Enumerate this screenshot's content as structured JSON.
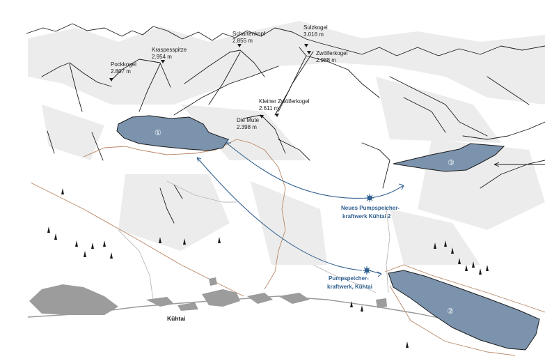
{
  "peaks": [
    {
      "name": "Pockkogel",
      "elevation": "2.807 m"
    },
    {
      "name": "Kraspesspitze",
      "elevation": "2.954 m"
    },
    {
      "name": "Schartenkopf",
      "elevation": "2.855 m"
    },
    {
      "name": "Sulzkogel",
      "elevation": "3.016 m"
    },
    {
      "name": "Zwölferkogel",
      "elevation": "2.988 m"
    },
    {
      "name": "Kleiner Zwölferkogel",
      "elevation": "2.611 m"
    },
    {
      "name": "Die Mute",
      "elevation": "2.398 m"
    }
  ],
  "reservoirs": [
    {
      "number": "①"
    },
    {
      "number": "②"
    },
    {
      "number": "③"
    }
  ],
  "power_plants": {
    "new_line1": "Neues Pumpspeicher-",
    "new_line2": "kraftwerk Kühtai 2",
    "existing_line1": "Pumpspeicher-",
    "existing_line2": "kraftwerk, Kühtai"
  },
  "town": "Kühtai",
  "colors": {
    "lake": "#7b93ad",
    "tunnel": "#2f5f8f",
    "building": "#9c9c9c",
    "trail": "#b98766"
  }
}
